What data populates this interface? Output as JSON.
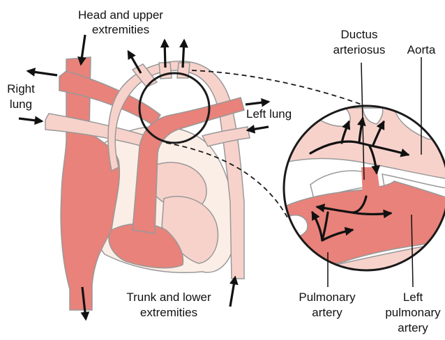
{
  "labels": {
    "head_upper": [
      "Head and upper",
      "extremities"
    ],
    "right_lung": [
      "Right",
      "lung"
    ],
    "left_lung": "Left lung",
    "ductus": [
      "Ductus",
      "arteriosus"
    ],
    "aorta": "Aorta",
    "trunk_lower": [
      "Trunk and lower",
      "extremities"
    ],
    "pulmonary_artery": [
      "Pulmonary",
      "artery"
    ],
    "left_pulmonary_artery": [
      "Left",
      "pulmonary",
      "artery"
    ]
  },
  "colors": {
    "deoxygenated_vessel": "#e8827a",
    "oxygenated_vessel": "#f7d2cb",
    "heart_wall": "#fbeee6",
    "outline": "#1a1a1a",
    "arrow": "#111111"
  }
}
